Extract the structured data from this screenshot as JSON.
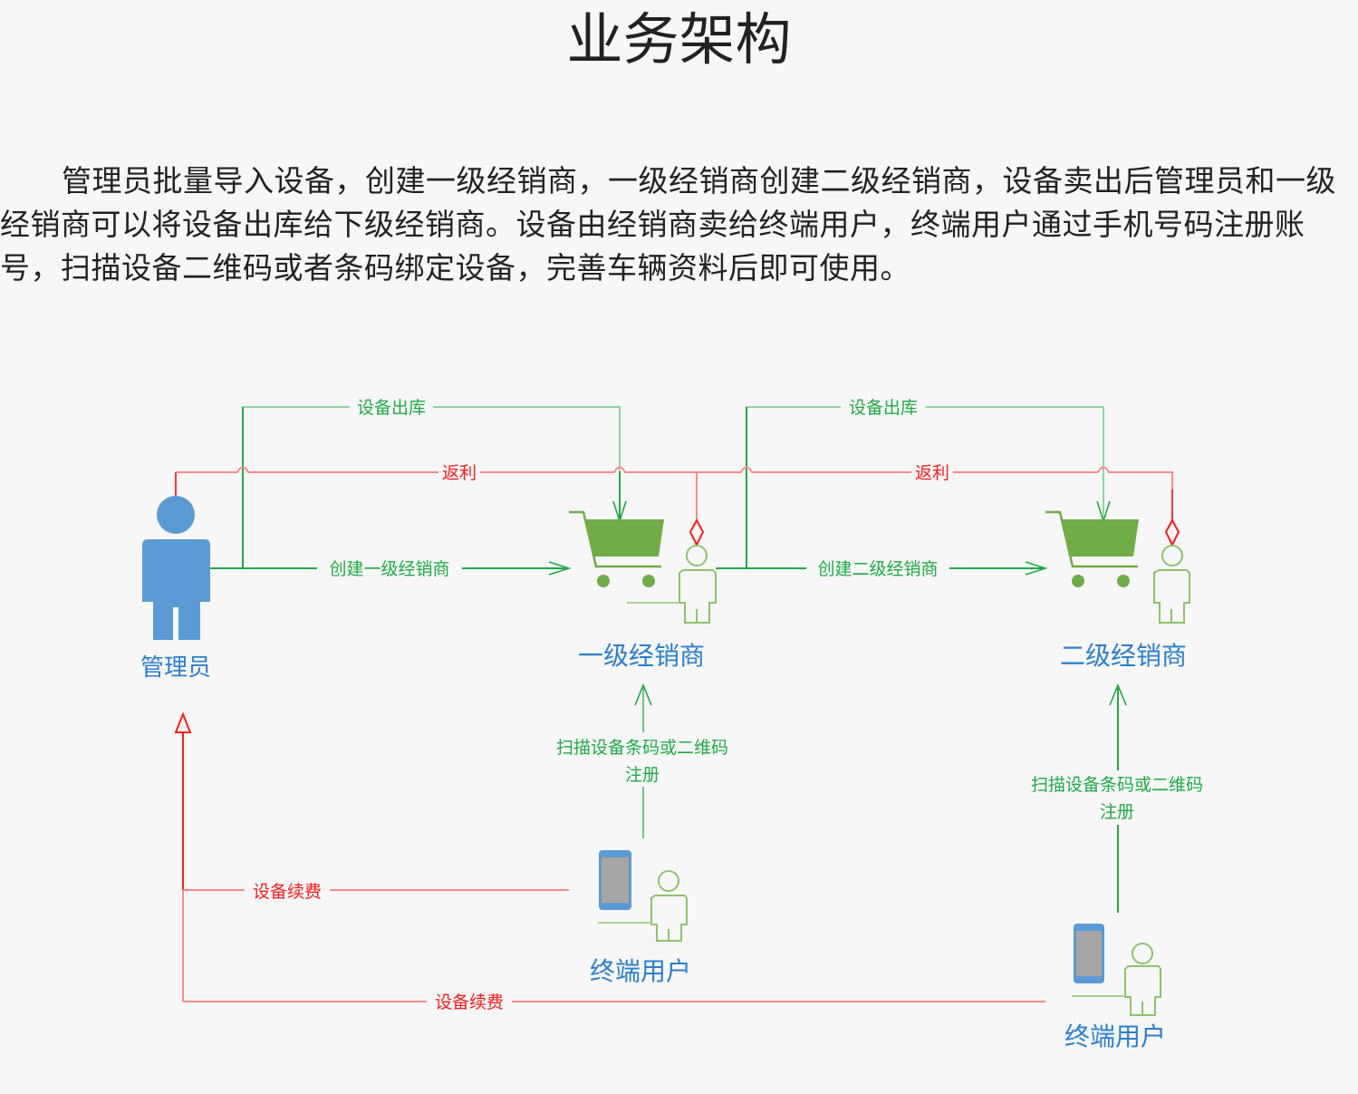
{
  "page": {
    "title": "业务架构",
    "description": "管理员批量导入设备，创建一级经销商，一级经销商创建二级经销商，设备卖出后管理员和一级经销商可以将设备出库给下级经销商。设备由经销商卖给终端用户，终端用户通过手机号码注册账号，扫描设备二维码或者条码绑定设备，完善车辆资料后即可使用。"
  },
  "diagram": {
    "nodes": {
      "admin": {
        "label": "管理员",
        "icon": "person-icon"
      },
      "dealer1": {
        "label": "一级经销商",
        "icon": "shopping-cart-icon"
      },
      "dealer2": {
        "label": "二级经销商",
        "icon": "shopping-cart-icon"
      },
      "enduser1": {
        "label": "终端用户",
        "icon": "mobile-phone-icon"
      },
      "enduser2": {
        "label": "终端用户",
        "icon": "mobile-phone-icon"
      }
    },
    "edges": {
      "ship_admin_to_dealer1": "设备出库",
      "ship_dealer1_to_dealer2": "设备出库",
      "rebate_dealer1_to_admin": "返利",
      "rebate_dealer2_to_dealer1": "返利",
      "create_dealer1": "创建一级经销商",
      "create_dealer2": "创建二级经销商",
      "scan_register_1_line1": "扫描设备条码或二维码",
      "scan_register_1_line2": "注册",
      "scan_register_2_line1": "扫描设备条码或二维码",
      "scan_register_2_line2": "注册",
      "renewal_1": "设备续费",
      "renewal_2": "设备续费"
    },
    "colors": {
      "green_line": "#1fab45",
      "light_green_line": "#8fd6a3",
      "red_line": "#ff3333",
      "light_red_line": "#ff8a8a",
      "cart_green": "#70ad47",
      "user_outline": "#8cc46a",
      "label_blue": "#2b7fd0",
      "person_blue": "#5b9bd5",
      "phone_gray": "#a6a6a6"
    }
  }
}
